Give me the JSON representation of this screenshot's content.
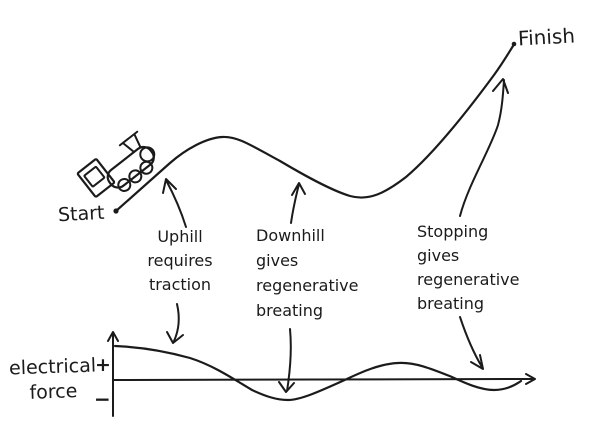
{
  "colors": {
    "ink": "#1b1b1b",
    "background": "#ffffff"
  },
  "labels": {
    "start": "Start",
    "finish": "Finish"
  },
  "annotations": {
    "uphill": {
      "lines": [
        "Uphill",
        "requires",
        "traction"
      ]
    },
    "downhill": {
      "lines": [
        "Downhill",
        "gives",
        "regenerative",
        "breating"
      ]
    },
    "stopping": {
      "lines": [
        "Stopping",
        "gives",
        "regenerative",
        "breating"
      ]
    }
  },
  "graph": {
    "ylabel_lines": [
      "electrical",
      "force"
    ],
    "positive_sign": "+",
    "negative_sign": "−"
  },
  "chart_data": {
    "type": "line",
    "title": "",
    "xlabel": "",
    "ylabel": "electrical force",
    "y_ticks": [
      "+",
      "−"
    ],
    "axis_style": "hand-drawn, unlabeled x axis with right arrow, y axis with up arrow",
    "x_normalized": [
      0.0,
      0.07,
      0.28,
      0.4,
      0.57,
      0.68,
      0.84,
      0.9,
      0.97
    ],
    "y_normalized": [
      0.95,
      0.9,
      0.0,
      -0.55,
      0.0,
      0.5,
      0.0,
      -0.3,
      -0.05
    ],
    "description": "electrical force positive during uphill traction, negative during downhill regenerative braking, positive again, then slightly negative while stopping"
  }
}
